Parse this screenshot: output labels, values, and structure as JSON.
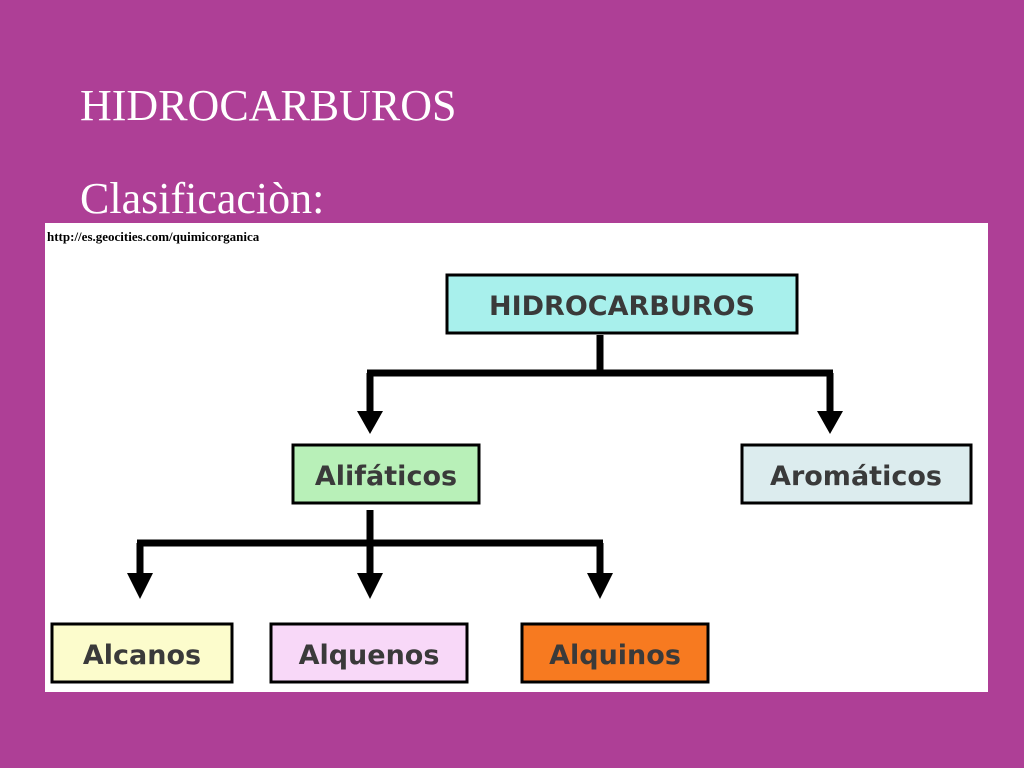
{
  "slide": {
    "title": "HIDROCARBUROS",
    "subtitle": "Clasificaciòn:"
  },
  "diagram": {
    "source_url": "http://es.geocities.com/quimicorganica",
    "nodes": {
      "root": {
        "label": "HIDROCARBUROS",
        "color": "#a8f0ec"
      },
      "alifaticos": {
        "label": "Alifáticos",
        "color": "#b8f0b8"
      },
      "aromaticos": {
        "label": "Aromáticos",
        "color": "#dcecee"
      },
      "alcanos": {
        "label": "Alcanos",
        "color": "#fcfccc"
      },
      "alquenos": {
        "label": "Alquenos",
        "color": "#f8d8f8"
      },
      "alquinos": {
        "label": "Alquinos",
        "color": "#f77a20"
      }
    },
    "edges": [
      {
        "from": "root",
        "to": "alifaticos"
      },
      {
        "from": "root",
        "to": "aromaticos"
      },
      {
        "from": "alifaticos",
        "to": "alcanos"
      },
      {
        "from": "alifaticos",
        "to": "alquenos"
      },
      {
        "from": "alifaticos",
        "to": "alquinos"
      }
    ]
  }
}
